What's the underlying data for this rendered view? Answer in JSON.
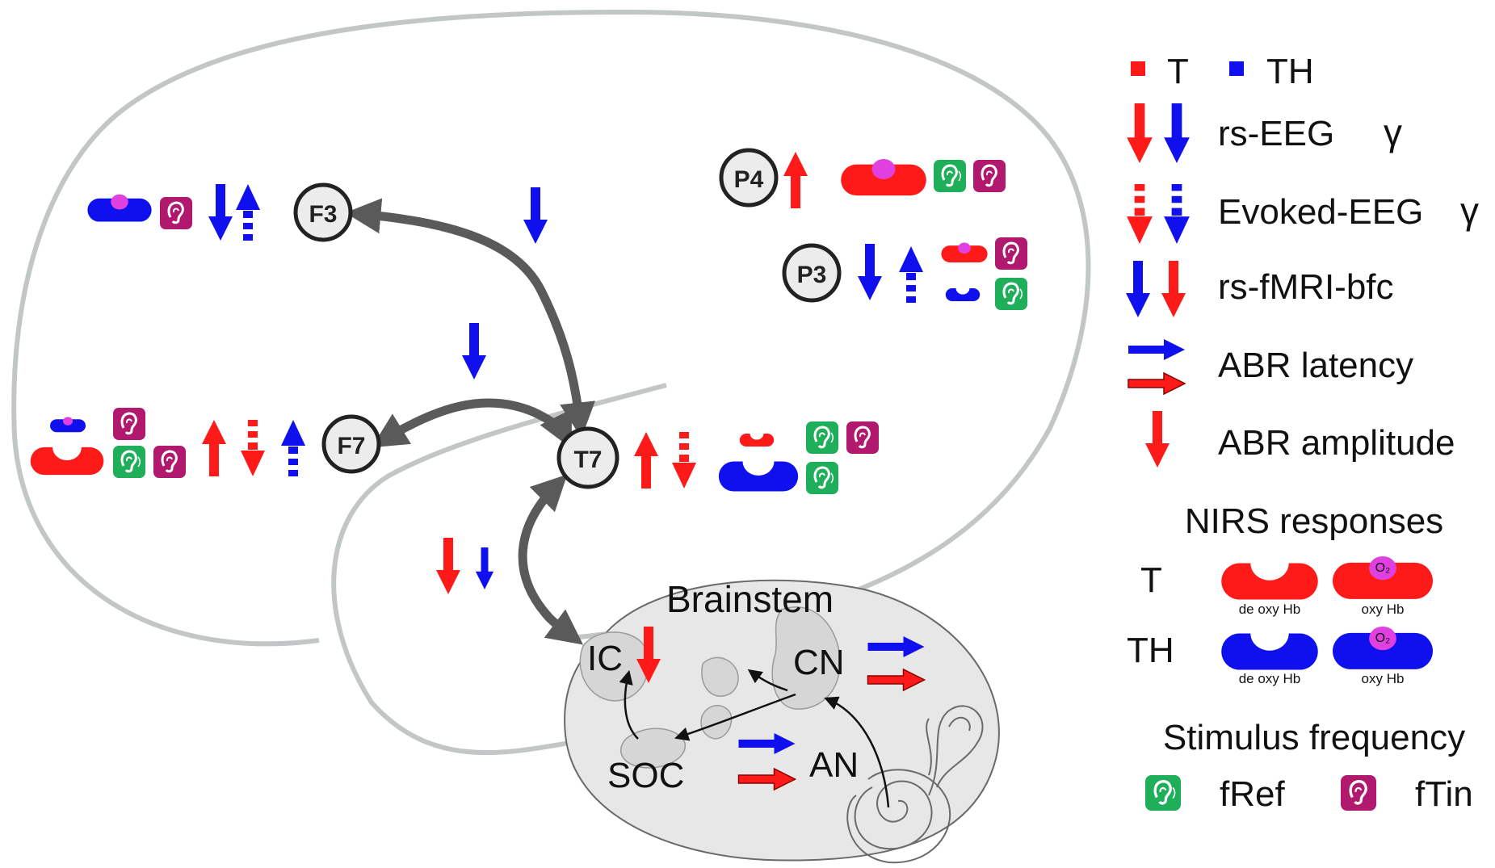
{
  "nodes": {
    "f3": "F3",
    "f7": "F7",
    "t7": "T7",
    "p4": "P4",
    "p3": "P3"
  },
  "brainstem": {
    "title": "Brainstem",
    "ic": "IC",
    "cn": "CN",
    "soc": "SOC",
    "an": "AN"
  },
  "legend": {
    "t_label": "T",
    "th_label": "TH",
    "rs_eeg": "rs-EEG",
    "evoked_eeg": "Evoked-EEG",
    "gamma": "γ",
    "rs_fmri": "rs-fMRI-bfc",
    "abr_latency": "ABR latency",
    "abr_amplitude": "ABR amplitude",
    "nirs_title": "NIRS responses",
    "nirs_t": "T",
    "nirs_th": "TH",
    "deoxy": "de oxy Hb",
    "oxy": "oxy Hb",
    "o2": "O₂",
    "stimulus_title": "Stimulus frequency",
    "fref": "fRef",
    "ftin": "fTin"
  },
  "colors": {
    "t_red": "#ff1a1a",
    "th_blue": "#1010ee",
    "fref_green": "#1fae5a",
    "ftin_magenta": "#b0196e",
    "o2_pink": "#e040e0",
    "outline_gray": "#c2c6c6",
    "connector_gray": "#5a5a5a"
  }
}
